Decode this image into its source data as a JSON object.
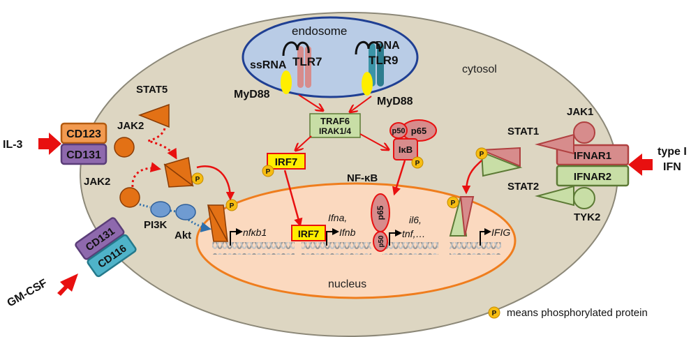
{
  "labels": {
    "endosome": "endosome",
    "cytosol": "cytosol",
    "nucleus": "nucleus",
    "ssrna": "ssRNA",
    "dna": "DNA",
    "tlr7": "TLR7",
    "tlr9": "TLR9",
    "myd88_left": "MyD88",
    "myd88_right": "MyD88",
    "traf6": "TRAF6",
    "irak": "IRAK1/4",
    "stat5": "STAT5",
    "jak2_top": "JAK2",
    "jak2_bottom": "JAK2",
    "cd123": "CD123",
    "cd131_top": "CD131",
    "cd131_bottom": "CD131",
    "cd116": "CD116",
    "il3": "IL-3",
    "gmcsf": "GM-CSF",
    "pi3k": "PI3K",
    "akt": "Akt",
    "irf7_cyto": "IRF7",
    "irf7_nuc": "IRF7",
    "p50_cyto": "p50",
    "p65_cyto": "p65",
    "ikb": "IκB",
    "nfkb": "NF-κB",
    "p65_nuc": "p65",
    "p50_nuc": "p50",
    "nfkb1": "nfκb1",
    "ifna": "Ifna,",
    "ifnb": "Ifnb",
    "il6": "il6,",
    "tnf": "tnf,…",
    "ifig": "IFIG",
    "stat1": "STAT1",
    "stat2": "STAT2",
    "jak1": "JAK1",
    "tyk2": "TYK2",
    "ifnar1": "IFNAR1",
    "ifnar2": "IFNAR2",
    "type_i": "type I",
    "ifn": "IFN",
    "p": "P",
    "legend": "means phosphorylated protein"
  },
  "colors": {
    "cell": "#ddd6c2",
    "cell_border": "#8c8878",
    "endosome": "#b9cce6",
    "endosome_border": "#1f3f93",
    "nucleus": "#fbd9bf",
    "nucleus_border": "#ef7d1d",
    "orange": "#e37115",
    "red": "#e81010",
    "pink": "#d78c8c",
    "green": "#c8dea6",
    "teal": "#3b94a7",
    "purple": "#8e69ad",
    "yellow": "#ffee00",
    "phospho": "#f6bd12"
  }
}
